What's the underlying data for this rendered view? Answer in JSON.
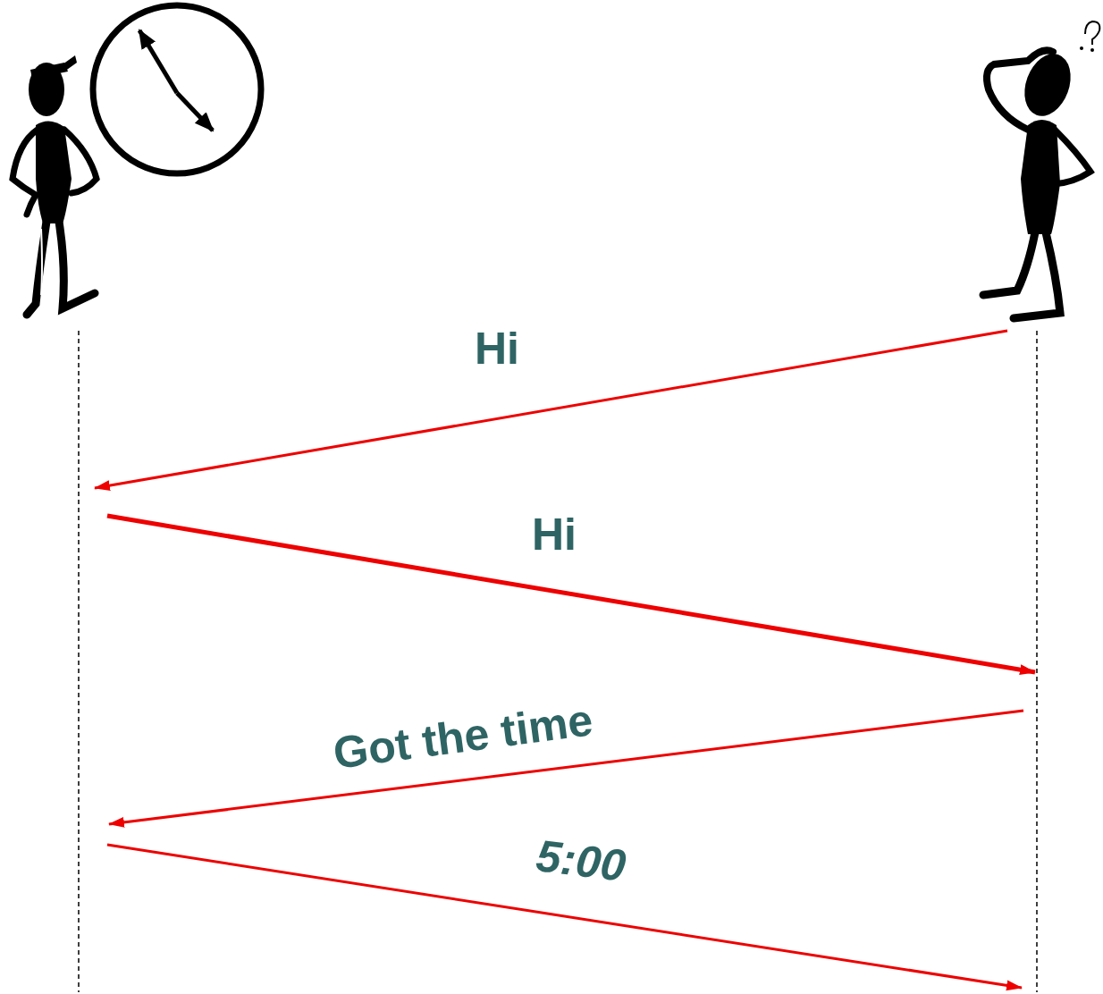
{
  "diagram": {
    "labels": [
      "Hi",
      "Hi",
      "Got the time",
      "5:00"
    ]
  }
}
